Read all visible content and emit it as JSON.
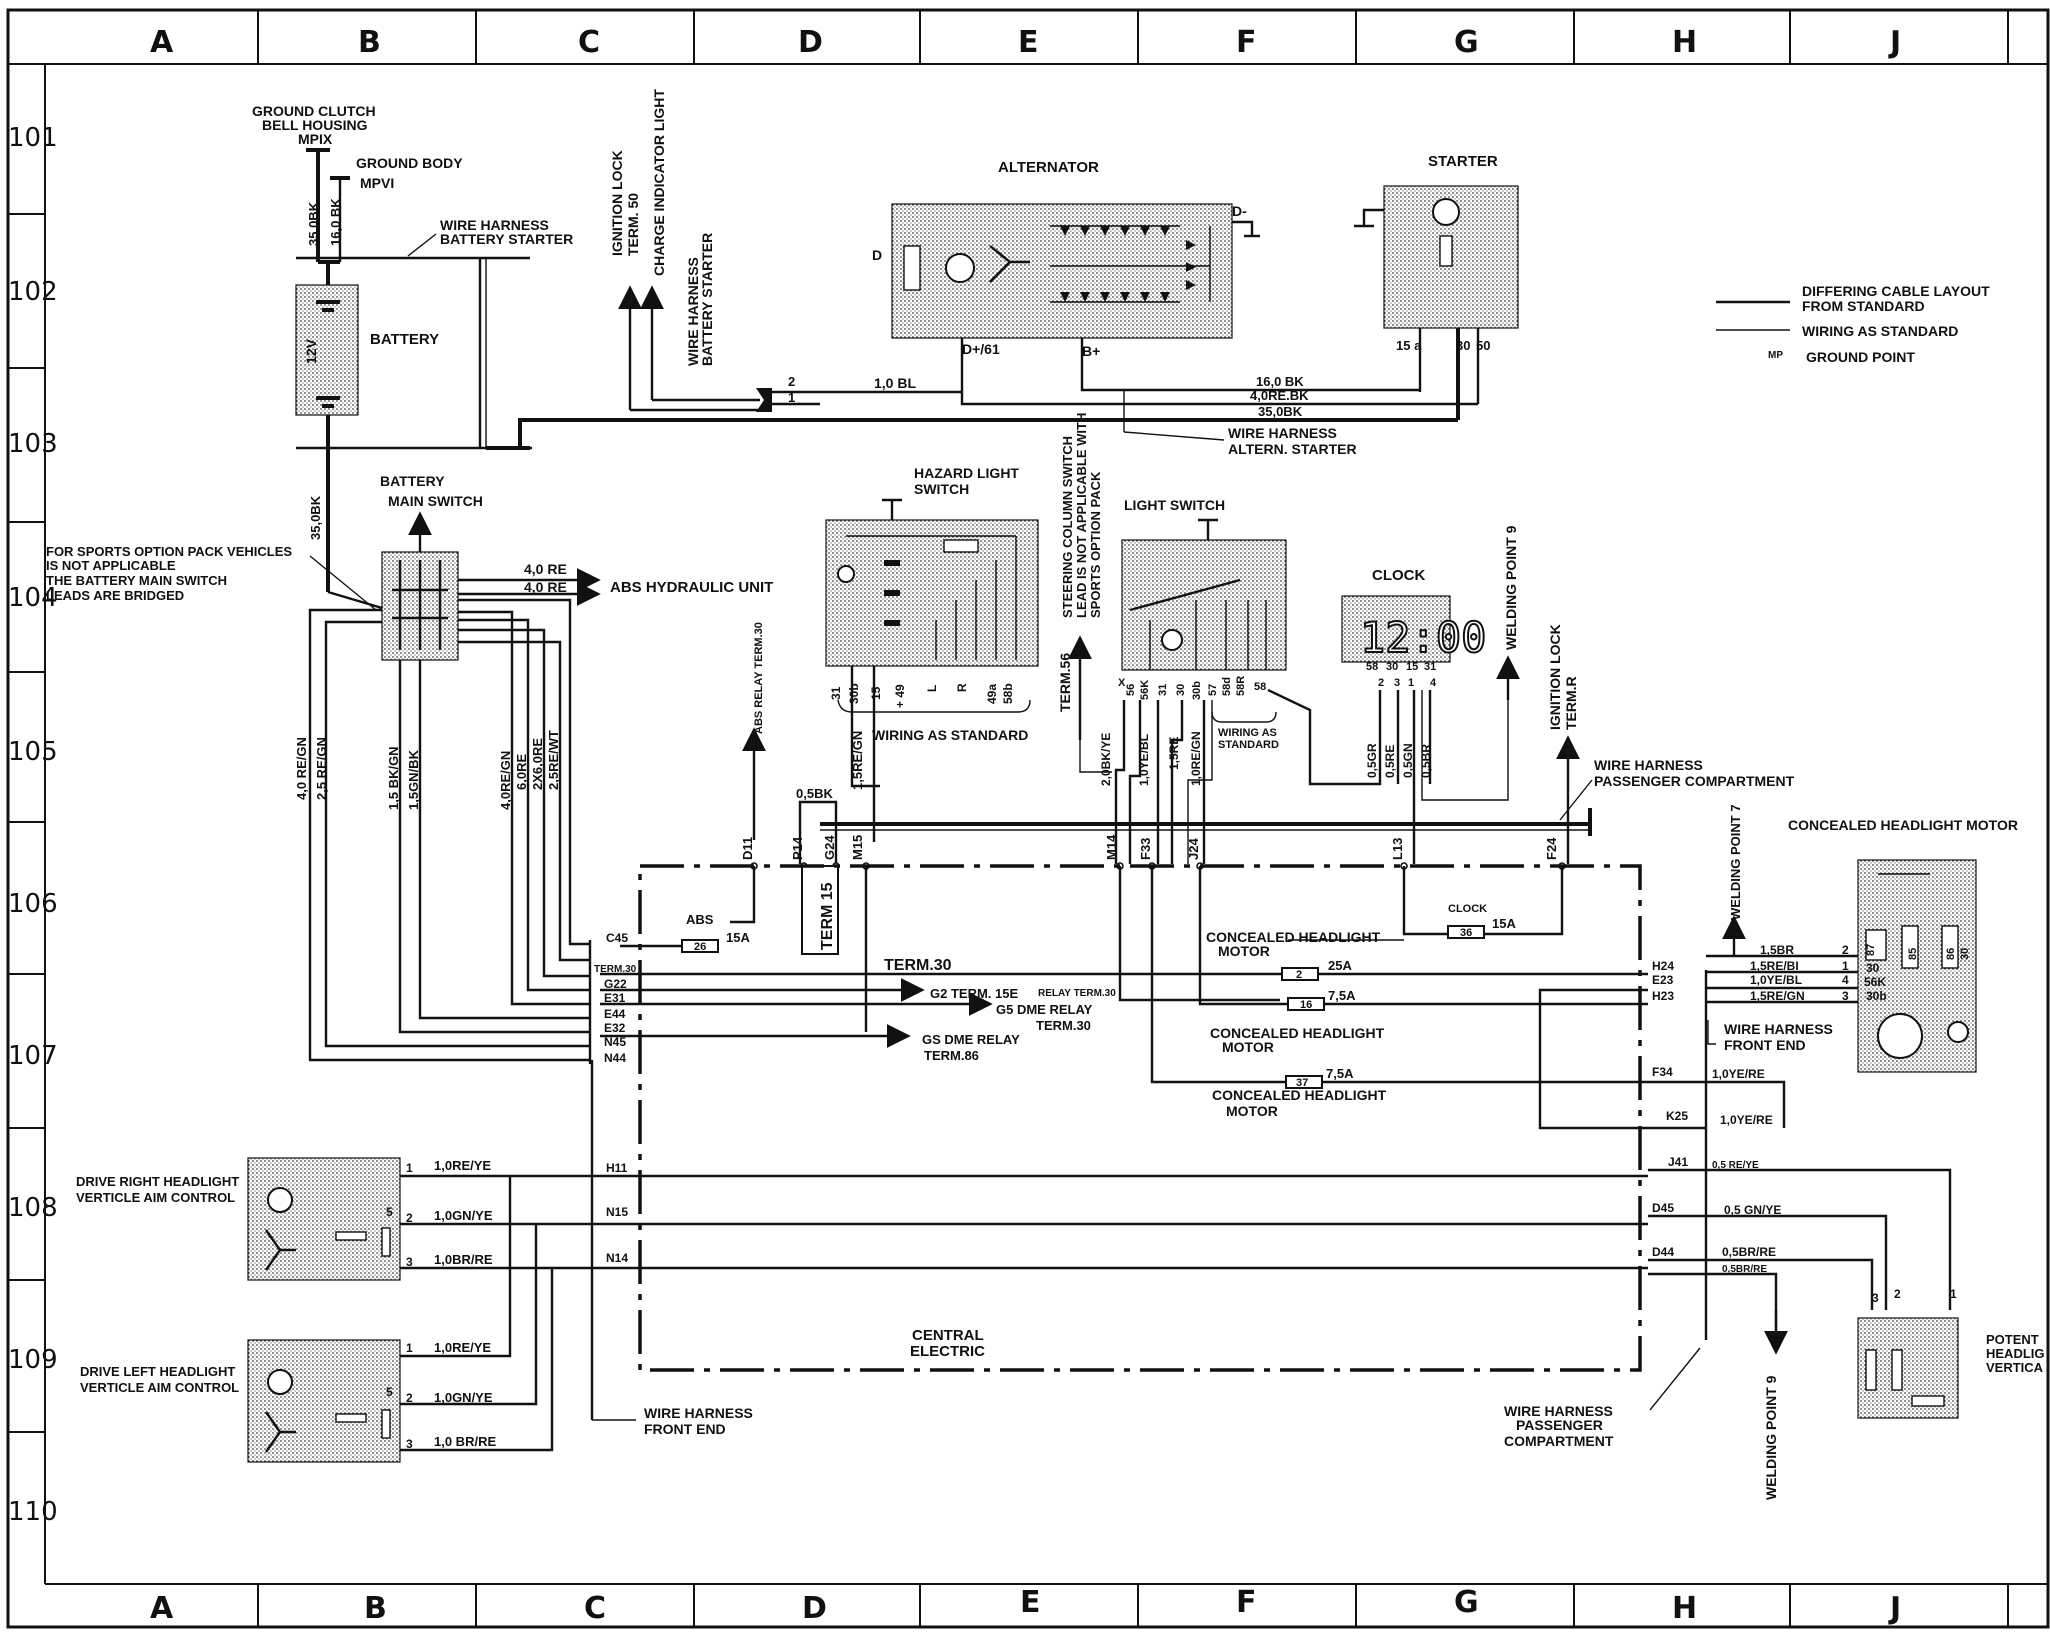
{
  "grid": {
    "columns": [
      "A",
      "B",
      "C",
      "D",
      "E",
      "F",
      "G",
      "H",
      "J"
    ],
    "rows": [
      "101",
      "102",
      "103",
      "104",
      "105",
      "106",
      "107",
      "108",
      "109",
      "110"
    ]
  },
  "legend": {
    "differing": [
      "DIFFERING CABLE LAYOUT",
      "FROM STANDARD"
    ],
    "standard": "WIRING AS STANDARD",
    "mp_symbol": "MP",
    "ground_point": "GROUND POINT"
  },
  "grounds": {
    "clutch": [
      "GROUND CLUTCH",
      "BELL HOUSING",
      "MPIX"
    ],
    "body": [
      "GROUND BODY",
      "MPVI"
    ],
    "wire_35bk": "35,0BK",
    "wire_16bk": "16,0 BK",
    "harness": [
      "WIRE HARNESS",
      "BATTERY STARTER"
    ]
  },
  "battery": {
    "label": "BATTERY",
    "voltage": "12V",
    "wire": "35,0BK"
  },
  "main_switch": {
    "label": [
      "BATTERY",
      "MAIN SWITCH"
    ],
    "note": [
      "FOR SPORTS OPTION PACK VEHICLES",
      "IS NOT APPLICABLE",
      "THE BATTERY MAIN SWITCH",
      "LEADS ARE BRIDGED"
    ],
    "abs_wire1": "4,0 RE",
    "abs_wire2": "4,0 RE",
    "abs_unit": "ABS HYDRAULIC UNIT"
  },
  "ignition": {
    "term50": [
      "IGNITION LOCK",
      "TERM. 50"
    ],
    "charge": "CHARGE INDICATOR LIGHT",
    "harness": [
      "WIRE HARNESS",
      "BATTERY STARTER"
    ],
    "pin2": "2",
    "pin1": "1",
    "wire": "1,0 BL"
  },
  "alternator": {
    "label": "ALTERNATOR",
    "d_plus": "D+/61",
    "b_plus": "B+",
    "d_minus": "D-",
    "d": "D"
  },
  "starter": {
    "label": "STARTER",
    "t15a": "15 a",
    "t30": "30",
    "t50": "50"
  },
  "main_wires": {
    "w1": "16,0 BK",
    "w2": "4,0RE.BK",
    "w3": "35,0BK",
    "harness": [
      "WIRE HARNESS",
      "ALTERN. STARTER"
    ]
  },
  "hazard": {
    "label": [
      "HAZARD LIGHT",
      "SWITCH"
    ],
    "pins": [
      "31",
      "30b",
      "15",
      "+ 49",
      "L",
      "R",
      "49a",
      "58b"
    ],
    "wiring": "WIRING AS STANDARD",
    "abs_relay": "ABS RELAY TERM.30"
  },
  "steering": {
    "term56": "TERM.56",
    "note": [
      "STEERING COLUMN SWITCH",
      "LEAD IS NOT APPLICABLE WITH",
      "SPORTS OPTION PACK"
    ]
  },
  "light_switch": {
    "label": "LIGHT SWITCH",
    "pins": [
      "X",
      "56",
      "56K",
      "31",
      "30",
      "30b",
      "57",
      "58d",
      "58R",
      "58"
    ],
    "wiring": [
      "WIRING AS",
      "STANDARD"
    ],
    "wires": [
      "2,0BK/YE",
      "1,0YE/BL",
      "1,5RE",
      "1,0RE/GN"
    ]
  },
  "clock": {
    "label": "CLOCK",
    "display": "12:00",
    "pins": [
      "58",
      "30",
      "15",
      "31",
      "2",
      "3",
      "1",
      "4"
    ],
    "wires": [
      "0,5GR",
      "0,5RE",
      "0,5GN",
      "0,5BR"
    ]
  },
  "welding9_top": "WELDING POINT 9",
  "ign_r": [
    "IGNITION LOCK",
    "TERM.R"
  ],
  "pass_harness": [
    "WIRE HARNESS",
    "PASSENGER COMPARTMENT"
  ],
  "headlight_motor": {
    "label": "CONCEALED HEADLIGHT MOTOR",
    "welding7": "WELDING POINT 7",
    "pins": [
      "2",
      "1",
      "4",
      "3"
    ],
    "terms": [
      "87",
      "30",
      "56K",
      "30b",
      "85",
      "86",
      "30"
    ],
    "wires": [
      "1,5BR",
      "1,5RE/BI",
      "1,0YE/BL",
      "1,5RE/GN"
    ],
    "harness": [
      "WIRE HARNESS",
      "FRONT END"
    ]
  },
  "left_wires": [
    "4,0 RE/GN",
    "2,5 RE/GN",
    "1,5 BK/GN",
    "1,5GN/BK",
    "4,0RE/GN",
    "6,0RE",
    "2X6,0RE",
    "2,5RE/WT"
  ],
  "connectors_top": [
    "D11",
    "P14",
    "G24",
    "M15",
    "M14",
    "F33",
    "J24",
    "L13",
    "F24"
  ],
  "term15": "TERM 15",
  "term15_wire": "1,5RE/GN",
  "bk_wire": "0,5BK",
  "central": {
    "label": [
      "CENTRAL",
      "ELECTRIC"
    ],
    "left_pins": [
      "C45",
      "TERM.30",
      "G22",
      "E31",
      "E44",
      "E32",
      "N45",
      "N44",
      "H11",
      "N15",
      "N14"
    ],
    "right_pins": [
      "H24",
      "E23",
      "H23",
      "F34",
      "K25",
      "J41",
      "D45",
      "D44"
    ]
  },
  "fuses": {
    "abs": "ABS",
    "f26": "26",
    "f26a": "15A",
    "clock": "CLOCK",
    "f36": "36",
    "f36a": "15A",
    "f2": "2",
    "f2a": "25A",
    "f16": "16",
    "f16a": "7,5A",
    "f37": "37",
    "f37a": "7,5A",
    "chm": [
      "CONCEALED HEADLIGHT",
      "MOTOR"
    ]
  },
  "outputs": {
    "term30": "TERM.30",
    "g2": "G2 TERM. 15E",
    "g2b": "RELAY TERM.30",
    "g5": "G5 DME RELAY",
    "g5b": "TERM.30",
    "gs": "GS DME RELAY",
    "gsb": "TERM.86"
  },
  "right_wires": [
    "1,0YE/RE",
    "1,0YE/RE",
    "0,5 RE/YE",
    "0,5 GN/YE",
    "0,5BR/RE",
    "0,5BR/RE"
  ],
  "aim_right": {
    "label": [
      "DRIVE RIGHT HEADLIGHT",
      "VERTICLE AIM CONTROL"
    ],
    "pins": [
      "1",
      "2",
      "3",
      "5"
    ],
    "wires": [
      "1,0RE/YE",
      "1,0GN/YE",
      "1,0BR/RE"
    ]
  },
  "aim_left": {
    "label": [
      "DRIVE LEFT HEADLIGHT",
      "VERTICLE AIM CONTROL"
    ],
    "pins": [
      "1",
      "2",
      "3",
      "5"
    ],
    "wires": [
      "1,0RE/YE",
      "1,0GN/YE",
      "1,0 BR/RE"
    ]
  },
  "front_harness": [
    "WIRE HARNESS",
    "FRONT END"
  ],
  "pass_harness2": [
    "WIRE HARNESS",
    "PASSENGER",
    "COMPARTMENT"
  ],
  "welding9_bottom": "WELDING POINT 9",
  "pot": {
    "label": [
      "POTENT",
      "HEADLIG",
      "VERTICA"
    ],
    "pins": [
      "3",
      "2",
      "1"
    ]
  }
}
